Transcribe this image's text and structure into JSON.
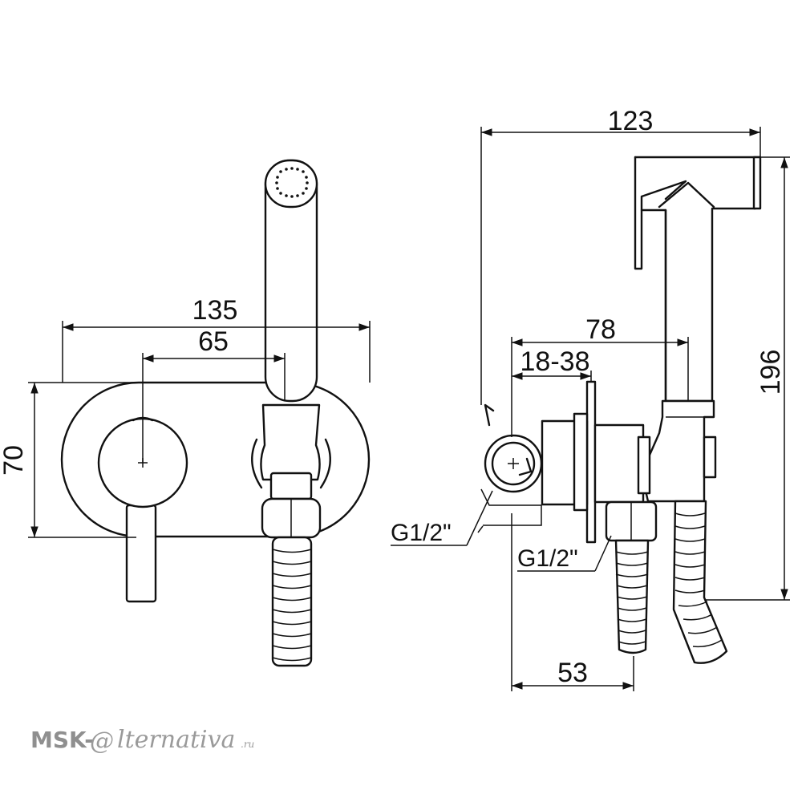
{
  "dimensions": {
    "width_total": "135",
    "handle_offset": "65",
    "height_plate": "70",
    "depth_total": "123",
    "wall_to_holder": "78",
    "wall_adjust": "18-38",
    "height_total": "196",
    "hose_offset": "53"
  },
  "threads": {
    "inlet": "G1/2\"",
    "outlet": "G1/2\""
  },
  "watermark": {
    "brand": "MSK-",
    "at_symbol": "@",
    "tail": "lternativa",
    "suffix": ".ru"
  }
}
